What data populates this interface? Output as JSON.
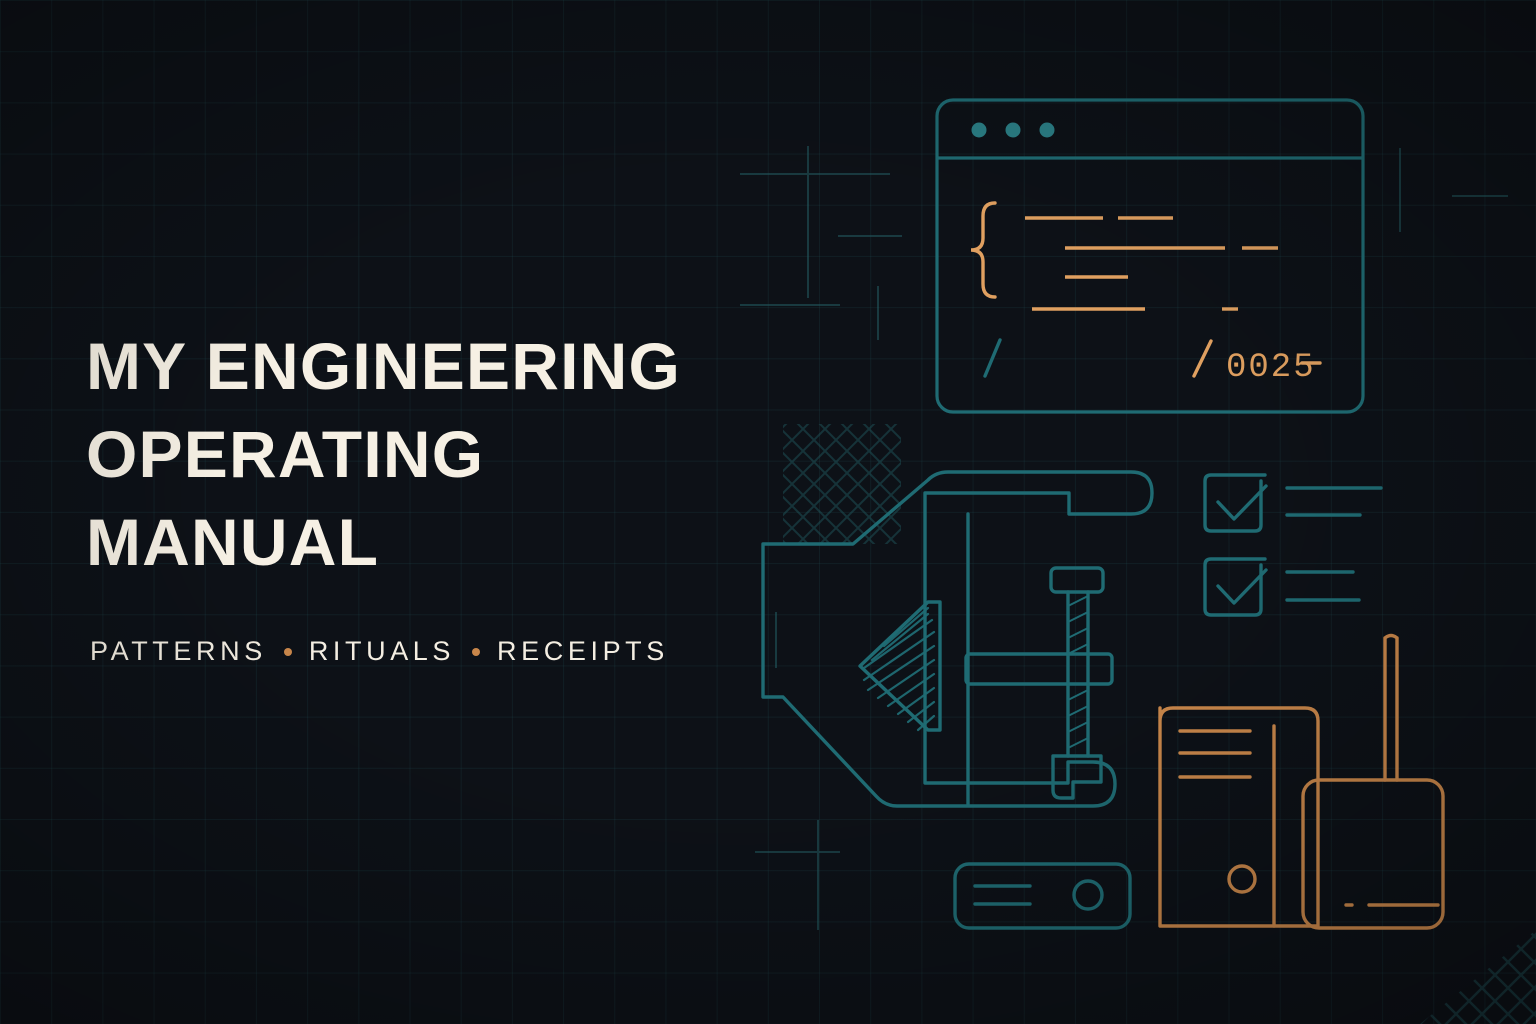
{
  "poster": {
    "title_lines": [
      "MY ENGINEERING",
      "OPERATING",
      "MANUAL"
    ],
    "subtitle_words": [
      "PATTERNS",
      "RITUALS",
      "RECEIPTS"
    ],
    "subtitle_separator": "·",
    "colors": {
      "background": "#0d1117",
      "grid_line": "#245c63",
      "title_text": "#f6f0e4",
      "subtitle_text": "#f4eee2",
      "accent_orange": "#c8864a",
      "accent_teal": "#1f6b73",
      "code_orange": "#e0a060",
      "dot_teal": "#2b7f86"
    }
  },
  "illustration": {
    "code_window": {
      "name": "code-window",
      "traffic_light_count": 3,
      "brace_glyph": "{",
      "code_line_count": 7,
      "slash_glyph": "/",
      "footer_label": "/ 0025 -",
      "footer_slash": "/",
      "footer_number": "0025",
      "footer_dash": "-"
    },
    "clamp": {
      "name": "c-clamp",
      "has_hatched_wedge": true,
      "screw_threads": 14
    },
    "checklist": {
      "name": "checklist",
      "items": [
        {
          "checked": true,
          "line_count": 2
        },
        {
          "checked": true,
          "line_count": 2
        }
      ]
    },
    "binder": {
      "name": "binder-stack",
      "line_count": 3,
      "has_circle_knob": true
    },
    "router": {
      "name": "router-device",
      "antenna_count": 1,
      "indicator_count": 2
    },
    "small_device": {
      "name": "small-device",
      "line_count": 2,
      "has_circle": true
    }
  }
}
